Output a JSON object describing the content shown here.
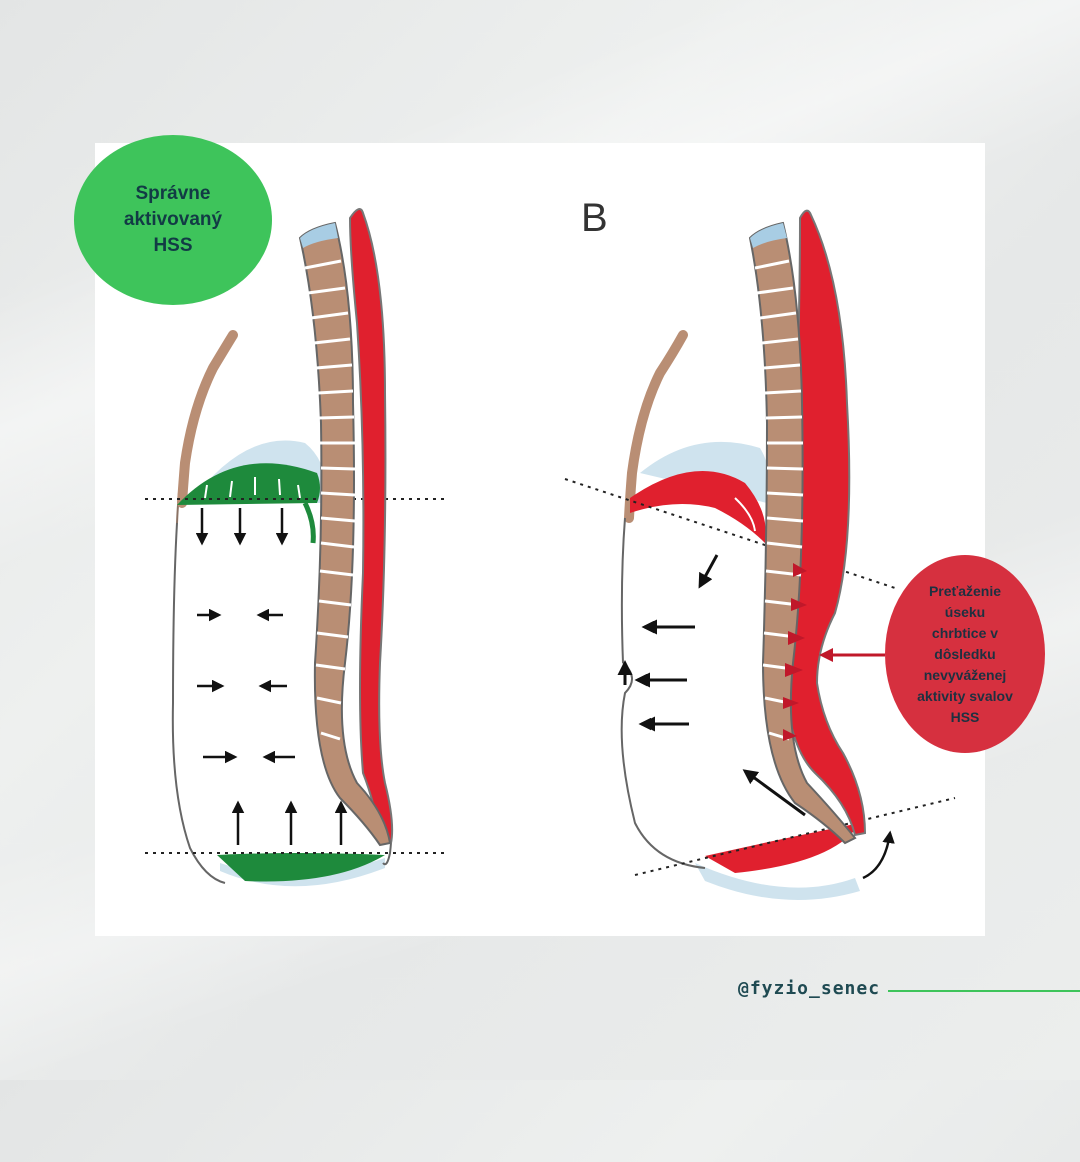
{
  "panel_label": "B",
  "badges": {
    "correct": {
      "line1": "Správne",
      "line2": "aktivovaný HSS",
      "color": "#3ec45b"
    },
    "overload": {
      "lines": [
        "Preťaženie úseku",
        "chrbtice v dôsledku",
        "nevyváženej",
        "aktivity svalov HSS"
      ],
      "color": "#d6303f"
    }
  },
  "handle": "@fyzio_senec",
  "colors": {
    "muscle_good": "#1e8a3c",
    "muscle_bad": "#e0202e",
    "vertebra": "#b98e74",
    "disc": "#ffffff",
    "pleura": "#bcd8e8"
  }
}
